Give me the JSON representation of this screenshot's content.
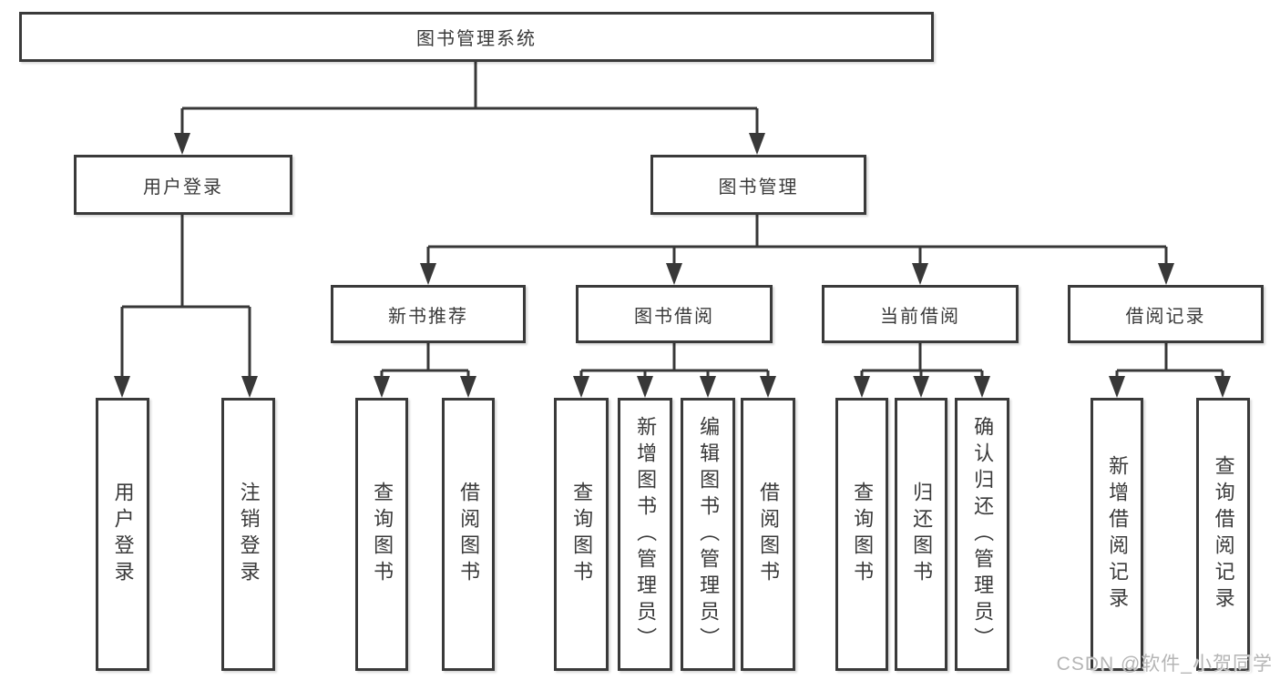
{
  "diagram_title": "图书管理系统",
  "colors": {
    "line": "#383838",
    "text": "#3a3a3a",
    "box_background": "#ffffff",
    "watermark": "#b5b5b5"
  },
  "watermark": {
    "text": "CSDN @软件_小贺同学"
  },
  "tree": {
    "root": "图书管理系统",
    "children": [
      {
        "label": "用户登录",
        "children": [
          {
            "label": "用户登录"
          },
          {
            "label": "注销登录"
          }
        ]
      },
      {
        "label": "图书管理",
        "children": [
          {
            "label": "新书推荐",
            "children": [
              {
                "label": "查询图书"
              },
              {
                "label": "借阅图书"
              }
            ]
          },
          {
            "label": "图书借阅",
            "children": [
              {
                "label": "查询图书"
              },
              {
                "label": "新增图书（管理员）"
              },
              {
                "label": "编辑图书（管理员）"
              },
              {
                "label": "借阅图书"
              }
            ]
          },
          {
            "label": "当前借阅",
            "children": [
              {
                "label": "查询图书"
              },
              {
                "label": "归还图书"
              },
              {
                "label": "确认归还（管理员）"
              }
            ]
          },
          {
            "label": "借阅记录",
            "children": [
              {
                "label": "新增借阅记录"
              },
              {
                "label": "查询借阅记录"
              }
            ]
          }
        ]
      }
    ]
  }
}
